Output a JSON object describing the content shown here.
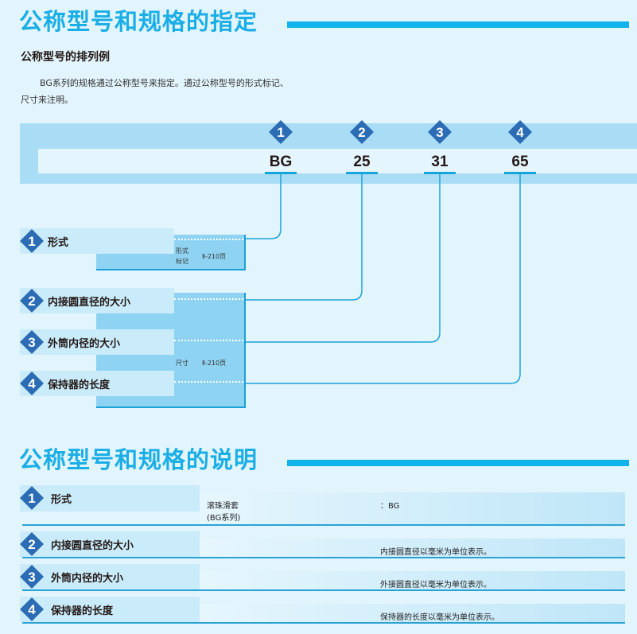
{
  "section1": {
    "title": "公称型号和规格的指定",
    "subtitle": "公称型号的排列例",
    "paragraph_line1": "BG系列的规格通过公称型号来指定。通过公称型号的形式标记、",
    "paragraph_line2": "尺寸来注明。"
  },
  "code": {
    "parts": [
      {
        "num": "1",
        "value": "BG"
      },
      {
        "num": "2",
        "value": "25"
      },
      {
        "num": "3",
        "value": "31"
      },
      {
        "num": "4",
        "value": "65"
      }
    ]
  },
  "labels": [
    {
      "num": "1",
      "text": "形式"
    },
    {
      "num": "2",
      "text": "内接圆直径的大小"
    },
    {
      "num": "3",
      "text": "外筒内径的大小"
    },
    {
      "num": "4",
      "text": "保持器的长度"
    }
  ],
  "refs": {
    "form_a": "形式",
    "form_b": "标记",
    "form_page": "Ⅱ-210页",
    "size": "尺寸",
    "size_page": "Ⅱ-210页"
  },
  "section2": {
    "title": "公称型号和规格的说明",
    "rows": [
      {
        "num": "1",
        "label": "形式",
        "col1a": "滚珠滑套",
        "col1b": "(BG系列)",
        "col2": "：BG"
      },
      {
        "num": "2",
        "label": "内接圆直径的大小",
        "col2": "内接圆直径以毫米为单位表示。"
      },
      {
        "num": "3",
        "label": "外筒内径的大小",
        "col2": "外接圆直径以毫米为单位表示。"
      },
      {
        "num": "4",
        "label": "保持器的长度",
        "col2": "保持器的长度以毫米为单位表示。"
      }
    ]
  },
  "colors": {
    "accent": "#1aaee6",
    "diamond": "#2b6cb4",
    "band": "#a9ddf5"
  }
}
